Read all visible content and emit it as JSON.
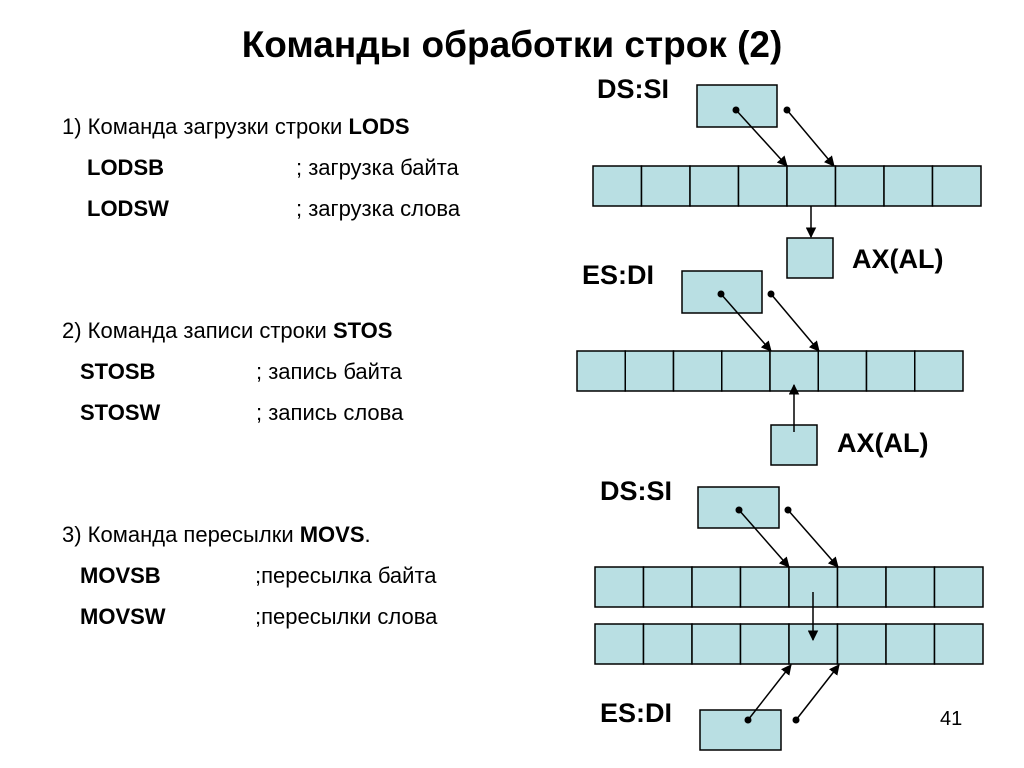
{
  "title": "Команды обработки строк (2)",
  "page_number": "41",
  "colors": {
    "cell_fill": "#b9dfe3",
    "stroke": "#000000"
  },
  "sections": {
    "lods": {
      "heading_prefix": "1) Команда загрузки строки",
      "heading_keyword": "LODS",
      "heading_suffix": "",
      "rows": [
        {
          "cmd": "LODSB",
          "comment": "; загрузка байта"
        },
        {
          "cmd": "LODSW",
          "comment": "; загрузка слова"
        }
      ]
    },
    "stos": {
      "heading_prefix": "2) Команда записи строки",
      "heading_keyword": "STOS",
      "heading_suffix": "",
      "rows": [
        {
          "cmd": "STOSB",
          "comment": "; запись байта"
        },
        {
          "cmd": "STOSW",
          "comment": "; запись слова"
        }
      ]
    },
    "movs": {
      "heading_prefix": "3) Команда пересылки",
      "heading_keyword": "MOVS",
      "heading_suffix": ".",
      "rows": [
        {
          "cmd": "MOVSB",
          "comment": ";пересылка байта"
        },
        {
          "cmd": "MOVSW",
          "comment": ";пересылки слова"
        }
      ]
    }
  },
  "diagram": {
    "lods": {
      "pointer_label": "DS:SI",
      "register_label": "AX(AL)"
    },
    "stos": {
      "pointer_label": "ES:DI",
      "register_label": "AX(AL)"
    },
    "movs": {
      "source_label": "DS:SI",
      "dest_label": "ES:DI"
    }
  }
}
